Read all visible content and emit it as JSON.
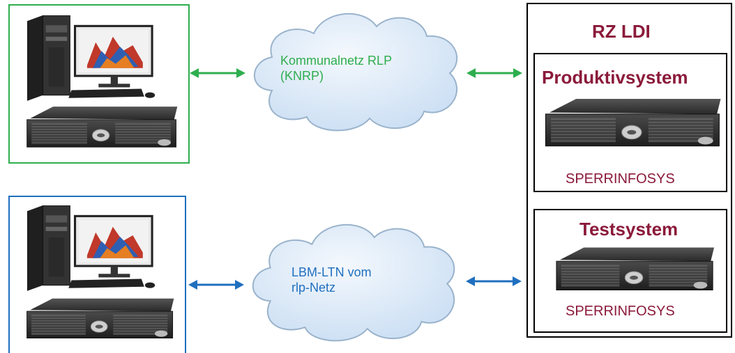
{
  "clouds": [
    {
      "line1": "Kommunalnetz RLP",
      "line2": "(KNRP)",
      "color": "#2eae4e"
    },
    {
      "line1": "LBM-LTN vom",
      "line2": "rlp-Netz",
      "color": "#1f6fbf"
    }
  ],
  "rz": {
    "title": "RZ LDI",
    "production": {
      "title": "Produktivsystem",
      "app": "SPERRINFOSYS"
    },
    "test": {
      "title": "Testsystem",
      "app": "SPERRINFOSYS"
    }
  },
  "colors": {
    "green": "#2eae4e",
    "blue": "#1f6fbf",
    "brand": "#8b1a3a",
    "cloud_fill": "#d9e8f7"
  },
  "icons": [
    "workstation-icon",
    "server-icon",
    "cloud-icon",
    "double-arrow-icon"
  ]
}
